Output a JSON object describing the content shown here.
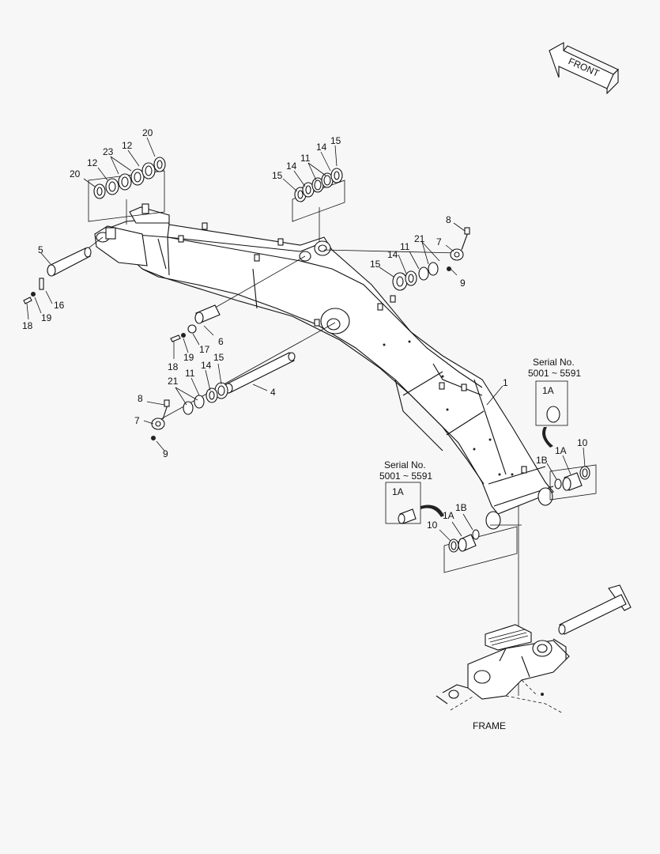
{
  "front_label": "FRONT",
  "frame_label": "FRAME",
  "callouts": {
    "boom_main": "1",
    "bushing_1A": "1A",
    "bushing_1B": "1B",
    "pin_4": "4",
    "pin_5": "5",
    "pin_6": "6",
    "plate_7": "7",
    "bolt_8": "8",
    "nut_9": "9",
    "ring_10": "10",
    "shim_11": "11",
    "shim_12": "12",
    "shim_14": "14",
    "seal_15": "15",
    "pin_16": "16",
    "washer_17": "17",
    "bolt_18": "18",
    "washer_19": "19",
    "shim_20": "20",
    "ring_21": "21",
    "shim_23": "23"
  },
  "serial_boxes": [
    {
      "title": "Serial No.",
      "range": "5001 ~ 5591",
      "part": "1A"
    },
    {
      "title": "Serial No.",
      "range": "5001 ~ 5591",
      "part": "1A"
    }
  ]
}
